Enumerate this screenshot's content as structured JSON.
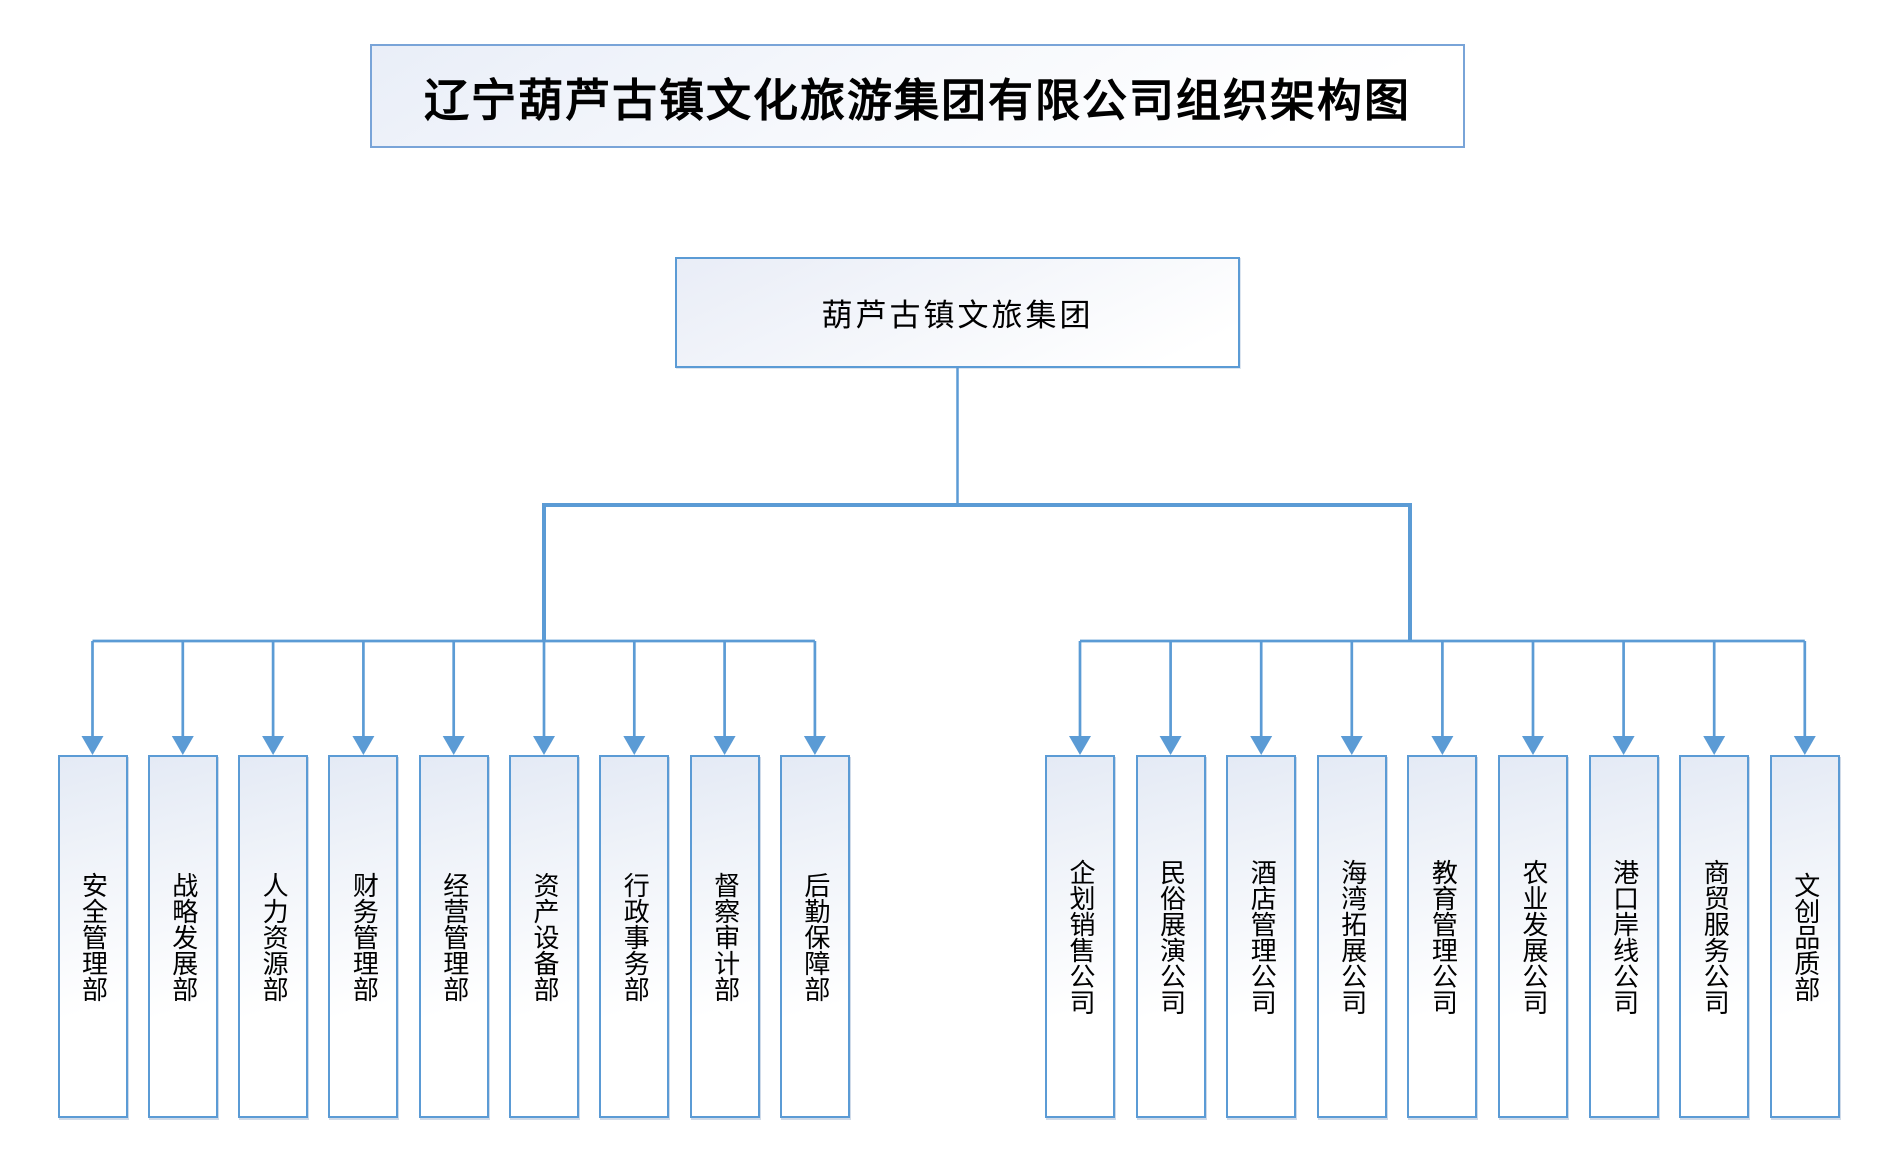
{
  "title": "辽宁葫芦古镇文化旅游集团有限公司组织架构图",
  "root": {
    "label": "葫芦古镇文旅集团"
  },
  "departments": {
    "items": [
      "安全管理部",
      "战略发展部",
      "人力资源部",
      "财务管理部",
      "经营管理部",
      "资产设备部",
      "行政事务部",
      "督察审计部",
      "后勤保障部"
    ]
  },
  "subsidiaries": {
    "items": [
      "企划销售公司",
      "民俗展演公司",
      "酒店管理公司",
      "海湾拓展公司",
      "教育管理公司",
      "农业发展公司",
      "港口岸线公司",
      "商贸服务公司",
      "文创品质部"
    ]
  },
  "colors": {
    "line": "#5b9bd5",
    "box_border": "#5b9bd5",
    "box_fill_top": "#e4eaf5",
    "box_fill_bottom": "#ffffff",
    "text": "#000000",
    "background": "#ffffff"
  }
}
